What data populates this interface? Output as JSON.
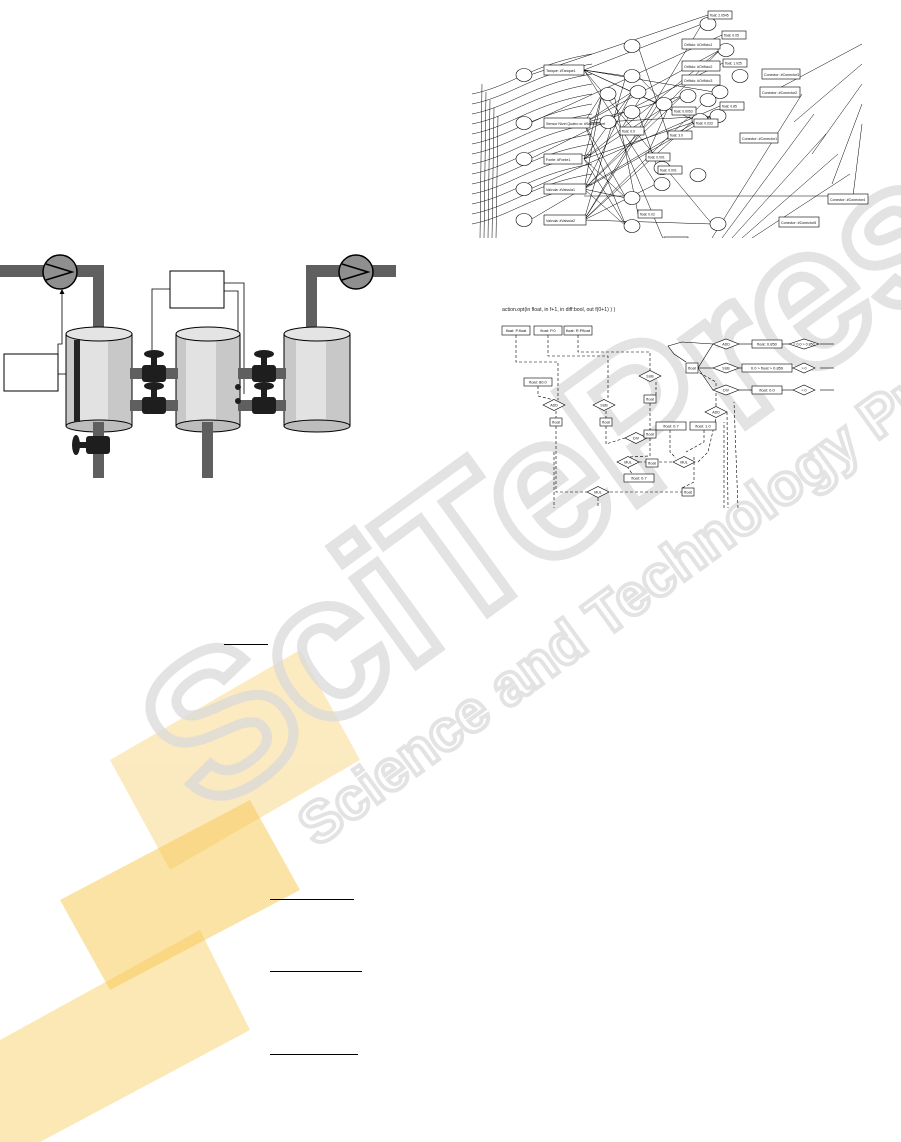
{
  "watermark": {
    "logo_text": "SciTePress",
    "subtitle": "Science and Technology Publications",
    "colors": {
      "gray": "#d9d9d9",
      "orange": "#f6c33f",
      "light_orange": "#fbe6b5"
    }
  },
  "figure_tanks": {
    "colors": {
      "pipe": "#5f5f5f",
      "tank_light": "#dedede",
      "tank_mid": "#b9b9b9",
      "valve": "#1e1e1e",
      "outline": "#000000"
    }
  },
  "figure_network": {
    "class_boxes": [
      "Tanque: #Tanque1",
      "Sensor Nivel Quatro w: #SensorNivel",
      "Fonte: #Fonte1",
      "Valvula: #Valvula1",
      "Valvula: #Valvula2",
      "Orificio: #Orificio1",
      "Orificio: #Orificio2",
      "Orificio: #Orificio3",
      "Conector: #Conector1",
      "Conector: #Conector2",
      "Conector: #Conector3",
      "Conector: #Conector4",
      "Conector: #Conector5"
    ],
    "float_boxes": [
      "float: 2.0545",
      "float: 0.05",
      "float: 1.025",
      "float: 0.85",
      "float: 0.033",
      "float: 3.0",
      "float: 0.0053",
      "float: 0.0",
      "float: 0.001",
      "float: 0.001",
      "float: 0.02",
      "float: 0.0015"
    ]
  },
  "figure_flow": {
    "header": "action.opt(in float, in f+1, in diff:bool, out f(0+1) ) )",
    "inputs": [
      "float: P.float",
      "float: P.0",
      "float: R.Pfloat"
    ],
    "ops": [
      "ADD",
      "SUB",
      "SUB",
      "MUL",
      "MUL",
      "ADD",
      "DIV",
      "MUL",
      "ADD"
    ],
    "float_boxes": [
      "float: 80.0",
      "float: 0.7",
      "float: 1.0",
      "float: 0.7"
    ],
    "right_boxes": [
      "float: 0.850",
      "float: 0.0",
      "float: 0.0"
    ],
    "right_ops": [
      "ADD",
      "SUB",
      "DIV",
      "= 0.0 > 0.850",
      "0.0 > float > 0.850",
      "> 0",
      "< 0"
    ]
  }
}
